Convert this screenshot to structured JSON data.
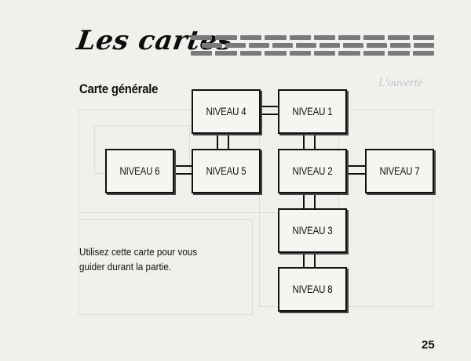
{
  "title": "Les cartes",
  "subtitle": "Carte générale",
  "ghost_heading": "L'ouverté",
  "levels": {
    "n4": "NIVEAU 4",
    "n1": "NIVEAU 1",
    "n6": "NIVEAU 6",
    "n5": "NIVEAU 5",
    "n2": "NIVEAU 2",
    "n7": "NIVEAU 7",
    "n3": "NIVEAU 3",
    "n8": "NIVEAU 8"
  },
  "description": "Utilisez cette carte pour vous guider durant la partie.",
  "page_number": "25"
}
